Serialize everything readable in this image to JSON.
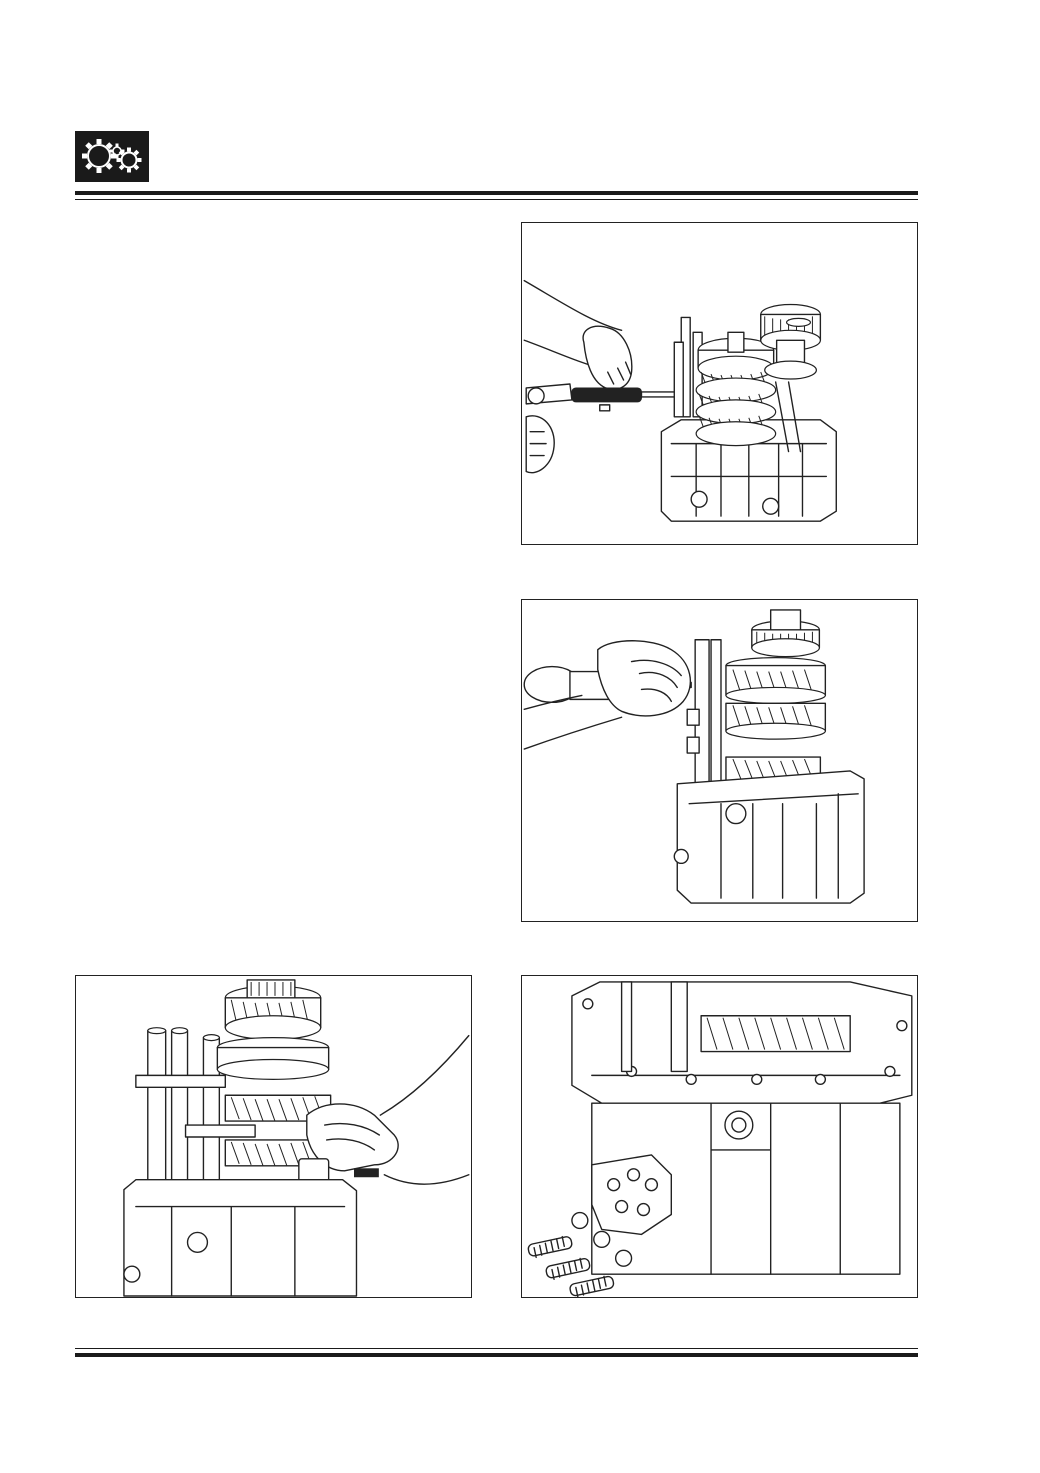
{
  "header": {
    "section_icon": "gears-icon"
  },
  "figures": [
    {
      "id": "fig1",
      "subject": "ratchet-removing-bolt-illustration"
    },
    {
      "id": "fig2",
      "subject": "screwdriver-on-selector-rail-illustration"
    },
    {
      "id": "fig3",
      "subject": "selector-shafts-and-gear-cluster-illustration"
    },
    {
      "id": "fig4",
      "subject": "gearbox-casing-with-detent-springs-and-balls-illustration"
    }
  ],
  "colors": {
    "ink": "#1a1a1a",
    "paper": "#ffffff"
  }
}
